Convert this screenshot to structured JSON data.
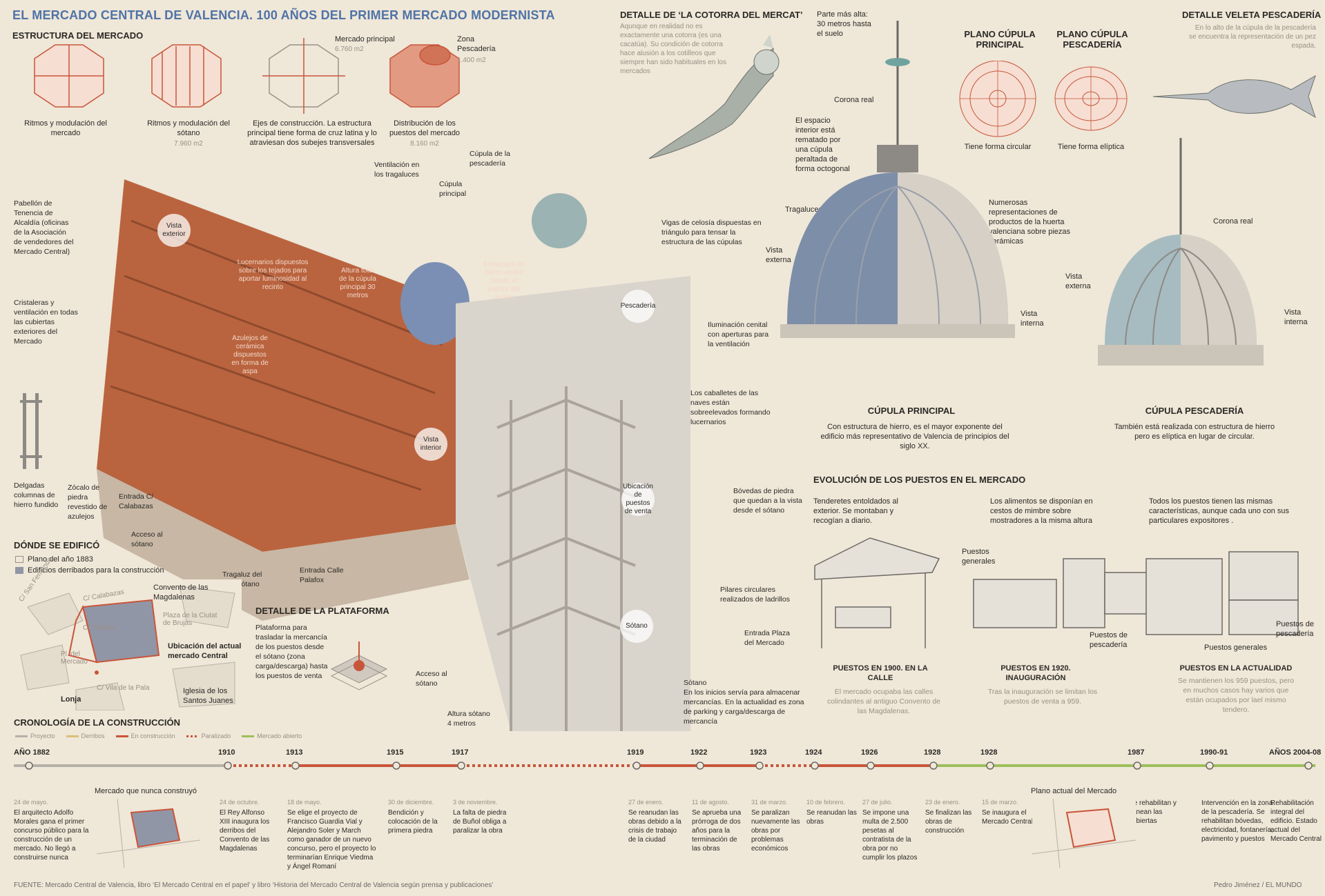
{
  "title": "EL MERCADO CENTRAL DE VALENCIA. 100 AÑOS DEL PRIMER MERCADO MODERNISTA",
  "estructura": {
    "heading": "ESTRUCTURA DEL MERCADO",
    "mercado_principal": "Mercado principal",
    "mercado_principal_area": "6.760 m2",
    "zona_pescaderia": "Zona Pescadería",
    "zona_pescaderia_area": "1.400 m2",
    "plans": [
      {
        "label": "Ritmos y modulación del mercado",
        "sub": ""
      },
      {
        "label": "Ritmos y modulación del sótano",
        "sub": "7.960 m2"
      },
      {
        "label": "Ejes de construcción. La estructura principal tiene forma de cruz latina y lo atraviesan dos subejes transversales",
        "sub": ""
      },
      {
        "label": "Distribución de los puestos del mercado",
        "sub": "8.160 m2"
      }
    ]
  },
  "callouts": {
    "pabellon": "Pabellón de Tenencia de Alcaldía (oficinas de la Asociación de vendedores del Mercado Central)",
    "cristaleras": "Cristaleras y ventilación en todas las cubiertas exteriores del Mercado",
    "delgadas": "Delgadas columnas de hierro fundido",
    "zocalo": "Zócalo de piedra revestido de azulejos",
    "entrada_calabazas": "Entrada C/ Calabazas",
    "acceso_sotano1": "Acceso al sótano",
    "tragaluz": "Tragaluz del semisótano",
    "entrada_palafox": "Entrada Calle Palafox",
    "ventilacion": "Ventilación en los tragaluces",
    "cupula_principal": "Cúpula principal",
    "cupula_pescaderia": "Cúpula de la pescadería",
    "lucernarios": "Lucernarios dispuestos sobre los tejados para aportar luminosidad al recinto",
    "altura_total": "Altura total de la cúpula principal 30 metros",
    "estructura_hierro": "Estructura de hierro visible desde el interior del recinto",
    "azulejos": "Azulejos de cerámica dispuestos en forma de aspa",
    "vista_exterior": "Vista exterior",
    "vista_interior": "Vista interior",
    "pescaderia": "Pescadería",
    "ubicacion_puestos": "Ubicación de puestos de venta",
    "sotano_bubble": "Sótano",
    "vigas": "Vigas de celosía dispuestas en triángulo para tensar la estructura de las cúpulas",
    "iluminacion": "Iluminación cenital con aperturas para la ventilación",
    "caballetes": "Los caballetes de las naves están sobreelevados formando lucernarios",
    "bovedas": "Bóvedas de piedra que quedan a la vista desde el sótano",
    "pilares": "Pilares circulares realizados de ladrillos",
    "entrada_plaza": "Entrada Plaza del Mercado",
    "acceso_sotano2": "Acceso al sótano",
    "altura_sotano": "Altura sótano 4 metros",
    "sotano_text_title": "Sótano",
    "sotano_text": "En los inicios servía para almacenar mercancías. En la actualidad es zona de parking y carga/descarga de mercancía"
  },
  "plataforma": {
    "heading": "DETALLE DE LA PLATAFORMA",
    "text": "Plataforma para trasladar la mercancía de los puestos desde el sótano (zona carga/descarga) hasta los puestos de venta"
  },
  "donde": {
    "heading": "DÓNDE SE EDIFICÓ",
    "legend1": "Plano del año 1883",
    "legend2": "Edificios derribados para la construcción",
    "convento": "Convento de las Magdalenas",
    "plaza_bruges": "Plaza de la Ciutat de Brujas",
    "ubicacion": "Ubicación del actual mercado Central",
    "iglesia": "Iglesia de los Santos Juanes",
    "lonja": "Lonja",
    "pl_mercado": "Pl. del Mercado",
    "c_san_fernando": "C/ San Fernando",
    "c_calabazas": "C/ Calabazas",
    "c_palafox": "C/ Palafox",
    "c_vila_pala": "C/ Vila de la Pala"
  },
  "cotorra": {
    "heading": "DETALLE DE ‘LA COTORRA DEL MERCAT’",
    "text": "Aqunque en realidad no es exactamente una cotorra (es una cacatúa). Su condición de cotorra hace alusión a los cotilleos que siempre han sido habituales en los mercados"
  },
  "cupula_main": {
    "parte_alta": "Parte más alta: 30 metros hasta el suelo",
    "corona": "Corona real",
    "espacio": "El espacio interior está rematado por una cúpula peraltada de forma octogonal",
    "tragaluces": "Tragaluces",
    "vista_externa": "Vista externa",
    "vista_interna": "Vista interna",
    "numerosas": "Numerosas representaciones de productos de la huerta valenciana sobre piezas cerámicas",
    "heading": "CÚPULA PRINCIPAL",
    "text": "Con estructura de hierro, es el mayor exponente del edificio más representativo de Valencia de principios del siglo XX."
  },
  "planos": {
    "principal_heading": "PLANO CÚPULA PRINCIPAL",
    "principal_sub": "Tiene forma circular",
    "pescaderia_heading": "PLANO CÚPULA PESCADERÍA",
    "pescaderia_sub": "Tiene forma elíptica"
  },
  "veleta": {
    "heading": "DETALLE VELETA PESCADERÍA",
    "text": "En lo alto de la cúpula de la pescadería se encuentra la representación de un pez espada.",
    "corona": "Corona real",
    "vista_externa": "Vista externa",
    "vista_interna": "Vista interna",
    "heading2": "CÚPULA PESCADERÍA",
    "text2": "También está realizada con estructura de hierro pero es elíptica en lugar de circular."
  },
  "evolucion": {
    "heading": "EVOLUCIÓN DE LOS PUESTOS EN EL MERCADO",
    "col1_top": "Tenderetes entoldados al exterior. Se montaban y recogían a diario.",
    "col1_title": "PUESTOS EN 1900. EN LA CALLE",
    "col1_text": "El mercado ocupaba las calles colindantes al antiguo Convento de las Magdalenas.",
    "col2_top": "Los alimentos se disponían en cestos de mimbre sobre mostradores a la misma altura",
    "col2_generales": "Puestos generales",
    "col2_pescaderia": "Puestos de pescadería",
    "col2_title": "PUESTOS EN 1920. INAUGURACIÓN",
    "col2_text": "Tras la inauguración se limitan los puestos de venta a 959.",
    "col3_top": "Todos los puestos tienen las mismas características, aunque cada uno con sus particulares expositores .",
    "col3_generales": "Puestos generales",
    "col3_pescaderia": "Puestos de pescadería",
    "col3_title": "PUESTOS EN LA ACTUALIDAD",
    "col3_text": "Se mantienen los 959 puestos, pero en muchos casos hay varios que están ocupados por lael mismo tendero."
  },
  "cronologia": {
    "heading": "CRONOLOGÍA DE LA CONSTRUCCIÓN",
    "legend": [
      {
        "label": "Proyecto",
        "color": "#b5b0a8"
      },
      {
        "label": "Derribos",
        "color": "#d8c07a"
      },
      {
        "label": "En construcción",
        "color": "#c8553a"
      },
      {
        "label": "Paralizado",
        "color": "#c8553a"
      },
      {
        "label": "Mercado abierto",
        "color": "#9bbf5a"
      }
    ],
    "mercado_nunca": "Mercado que nunca construyó",
    "plano_actual": "Plano actual del Mercado",
    "events": [
      {
        "year": "AÑO 1882",
        "date": "24 de mayo.",
        "text": "El arquitecto Adolfo Morales gana el primer concurso público para la construcción de un mercado. No llegó a construirse nunca"
      },
      {
        "year": "1910",
        "date": "24 de octubre.",
        "text": "El Rey Alfonso XIII inaugura los derribos del Convento de las Magdalenas"
      },
      {
        "year": "1913",
        "date": "18 de mayo.",
        "text": "Se elige el proyecto de Francisco Guardia Vial y Alejandro Soler y March como ganador de un nuevo concurso, pero el proyecto lo terminarían Enrique Viedma y Ángel Romaní"
      },
      {
        "year": "1915",
        "date": "30 de diciembre.",
        "text": "Bendición y colocación de la primera piedra"
      },
      {
        "year": "1917",
        "date": "3 de noviembre.",
        "text": "La falta de piedra de Buñol obliga a paralizar la obra"
      },
      {
        "year": "1919",
        "date": "27 de enero.",
        "text": "Se reanudan las obras debido a la crisis de trabajo de la ciudad"
      },
      {
        "year": "1922",
        "date": "11 de agosto.",
        "text": "Se aprueba una prórroga de dos años para la terminación de las obras"
      },
      {
        "year": "1923",
        "date": "31 de marzo.",
        "text": "Se paralizan nuevamente las obras por problemas económicos"
      },
      {
        "year": "1924",
        "date": "10 de febrero.",
        "text": "Se reanudan las obras"
      },
      {
        "year": "1926",
        "date": "27 de julio.",
        "text": "Se impone una multa de 2.500 pesetas al contratista de la obra por no cumplir los plazos"
      },
      {
        "year": "1928",
        "date": "23 de enero.",
        "text": "Se finalizan las obras de construcción"
      },
      {
        "year": "1928",
        "date": "15 de marzo.",
        "text": "Se inaugura el Mercado Central"
      },
      {
        "year": "1987",
        "date": "",
        "text": "Se rehabilitan y sanean las cubiertas"
      },
      {
        "year": "1990-91",
        "date": "",
        "text": "Intervención en la zona de la pescadería. Se rehabilitan bóvedas, electricidad, fontanería, pavimento y puestos"
      },
      {
        "year": "AÑOS 2004-08",
        "date": "",
        "text": "Rehabilitación integral del edificio. Estado actual del Mercado Central"
      }
    ]
  },
  "footer": {
    "fuente": "FUENTE: Mercado Central de Valencia, libro ‘El Mercado Central en el papel’ y libro ‘Historia del Mercado Central de Valencia según prensa y publicaciones’",
    "autor": "Pedro Jiménez / EL MUNDO"
  }
}
